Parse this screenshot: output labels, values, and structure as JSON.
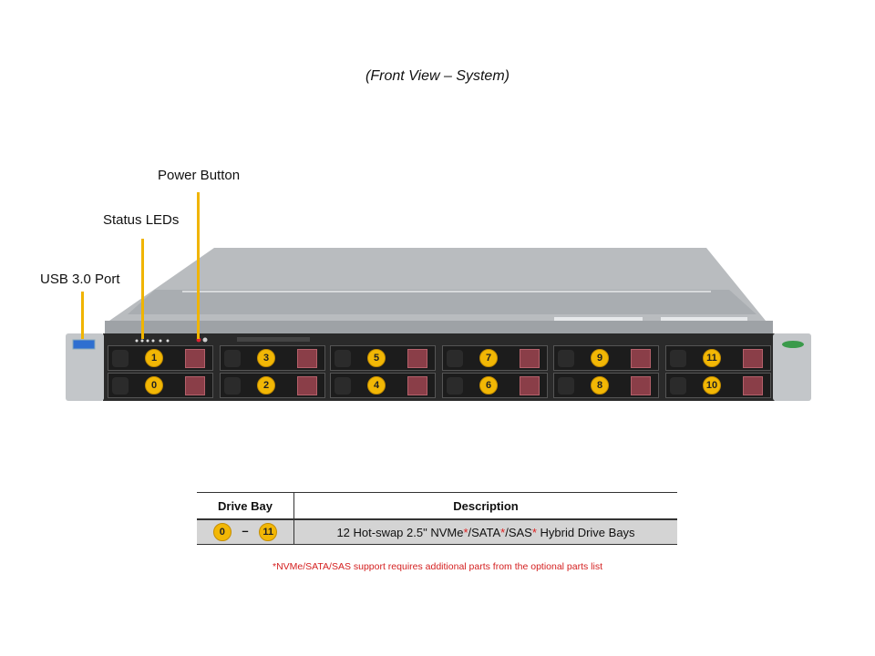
{
  "title": "(Front View – System)",
  "callouts": {
    "power_button": "Power Button",
    "status_leds": "Status LEDs",
    "usb_port": "USB 3.0 Port"
  },
  "bays": {
    "top_row": [
      "1",
      "3",
      "5",
      "7",
      "9",
      "11"
    ],
    "bottom_row": [
      "0",
      "2",
      "4",
      "6",
      "8",
      "10"
    ]
  },
  "table": {
    "headers": [
      "Drive Bay",
      "Description"
    ],
    "row": {
      "bay_start": "0",
      "dash": "–",
      "bay_end": "11",
      "desc_parts": [
        "12 Hot-swap 2.5\" NVMe",
        "*",
        "/SATA",
        "*",
        "/SAS",
        "*",
        " Hybrid Drive Bays"
      ]
    }
  },
  "footnote": "*NVMe/SATA/SAS support requires additional parts from the optional parts list",
  "colors": {
    "callout": "#f0b400",
    "badge": "#f2b705",
    "footnote": "#d42020"
  }
}
